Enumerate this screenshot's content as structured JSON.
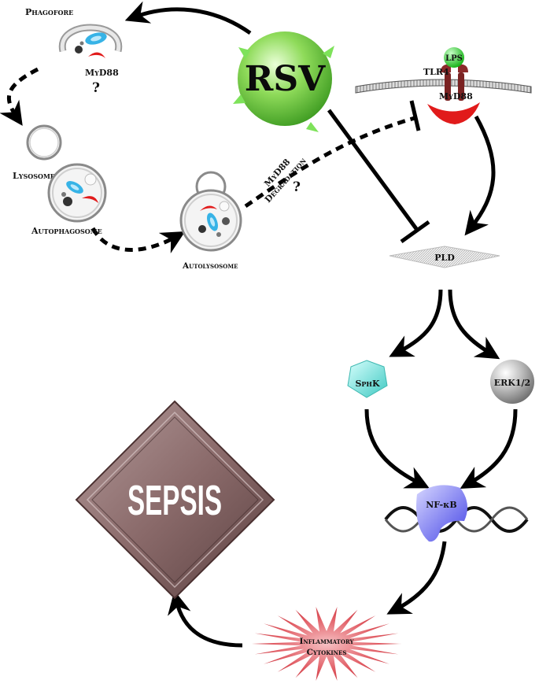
{
  "diagram": {
    "center_agent": "RSV",
    "autophagy": {
      "phagofore": "Phagofore",
      "myd88_in_phagofore": "MyD88",
      "question_1": "?",
      "lysosome": "Lysosome",
      "autophagosome": "Autophagosome",
      "autolysosome": "Autolysosome",
      "degradation_line1": "MyD88",
      "degradation_line2": "Degradation",
      "question_2": "?"
    },
    "receptor": {
      "lps": "LPS",
      "tlr4": "TLR4",
      "myd88": "MyD88"
    },
    "pld": "PLD",
    "sphk": "SphK",
    "erk": "ERK1/2",
    "nfkb": "NF-κB",
    "cytokines_line1": "Inflammatory",
    "cytokines_line2": "Cytokines",
    "outcome": "SEPSIS"
  },
  "colors": {
    "rsv_green": "#5fc13a",
    "sphk_cyan": "#7fe3df",
    "erk_gray": "#9a9a9a",
    "nfkb_blue": "#6e6ef0",
    "cytokine_red": "#d9353f",
    "sepsis_brown": "#8a6a6a",
    "myd88_red": "#e11b1b",
    "lps_green": "#36d636",
    "tlr4_brown": "#7a2222"
  }
}
